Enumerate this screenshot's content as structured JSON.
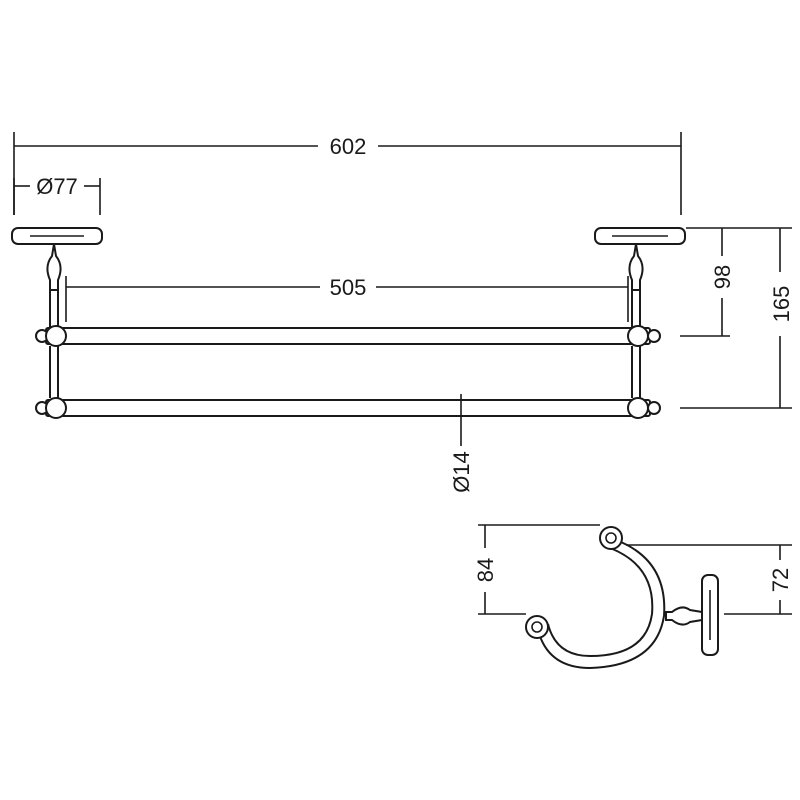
{
  "dimensions": {
    "overall_width": "602",
    "flange_diameter": "Ø77",
    "bar_span": "505",
    "upper_bar_drop": "98",
    "lower_bar_drop": "165",
    "bar_diameter": "Ø14",
    "hook_height": "84",
    "hook_projection": "72"
  },
  "colors": {
    "line": "#1a1a1a",
    "background": "#ffffff"
  }
}
